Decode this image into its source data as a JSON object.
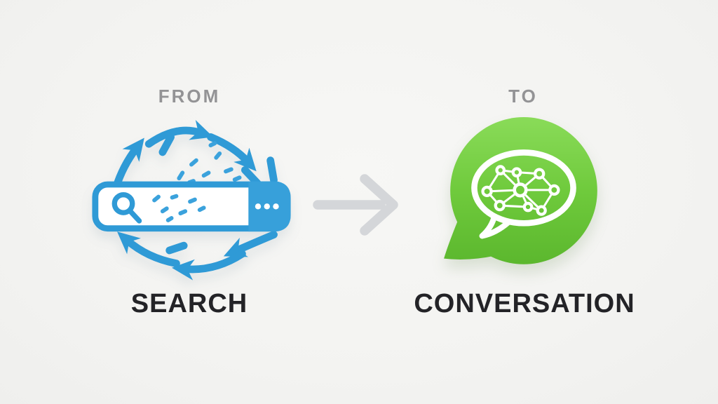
{
  "page": {
    "background_color": "#f4f4f2"
  },
  "from_section": {
    "kicker": "FROM",
    "title": "SEARCH",
    "illustration": "search-bar-with-rotating-arrows",
    "accent_color": "#2f9ad6",
    "search_bar": {
      "fill": "#ffffff",
      "button_color": "#37a0da",
      "button_dots": 3,
      "icon": "magnifier"
    }
  },
  "transition": {
    "icon": "arrow-right",
    "color": "#d4d6d9"
  },
  "to_section": {
    "kicker": "TO",
    "title": "CONVERSATION",
    "illustration": "speech-bubble-with-network-graph",
    "accent_color": "#6cc938",
    "bubble": {
      "gradient_top": "#8bdc5a",
      "gradient_bottom": "#55b129",
      "outline_color": "#ffffff",
      "network_nodes": 9
    }
  },
  "text_colors": {
    "kicker": "#939395",
    "title": "#232327"
  }
}
